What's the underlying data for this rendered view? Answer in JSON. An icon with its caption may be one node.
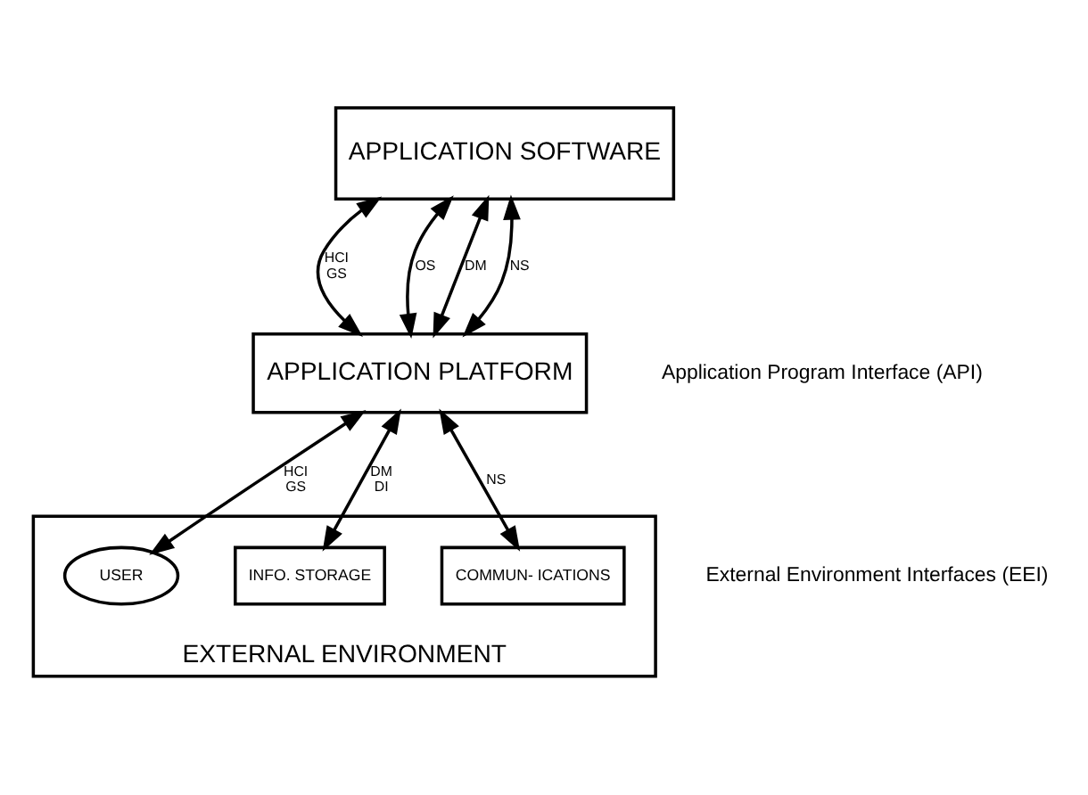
{
  "diagram": {
    "nodes": [
      {
        "text": [
          "APPLICATION SOFTWARE"
        ]
      },
      {
        "text": [
          "APPLICATION PLATFORM"
        ]
      },
      {
        "text": [
          "EXTERNAL ENVIRONMENT"
        ]
      },
      {
        "text": [
          "USER"
        ],
        "in": 2
      },
      {
        "text": [
          "INFO. STORAGE"
        ],
        "in": 2
      },
      {
        "text": [
          "COMMUN- ICATIONS"
        ],
        "in": 2
      }
    ],
    "edges": [
      {
        "from": 0,
        "to": 1,
        "arrow": "both",
        "label": "HCI GS"
      },
      {
        "from": 0,
        "to": 1,
        "arrow": "both",
        "label": "OS"
      },
      {
        "from": 0,
        "to": 1,
        "arrow": "both",
        "label": "DM"
      },
      {
        "from": 0,
        "to": 1,
        "arrow": "both",
        "label": "NS"
      },
      {
        "from": 1,
        "to": 3,
        "arrow": "both",
        "label": "HCI GS"
      },
      {
        "from": 1,
        "to": 4,
        "arrow": "both",
        "label": "DM DI"
      },
      {
        "from": 1,
        "to": 5,
        "arrow": "both",
        "label": "NS"
      }
    ],
    "labels": [
      "Application Program Interface (API)",
      "External Environment Interfaces (EEI)"
    ]
  }
}
